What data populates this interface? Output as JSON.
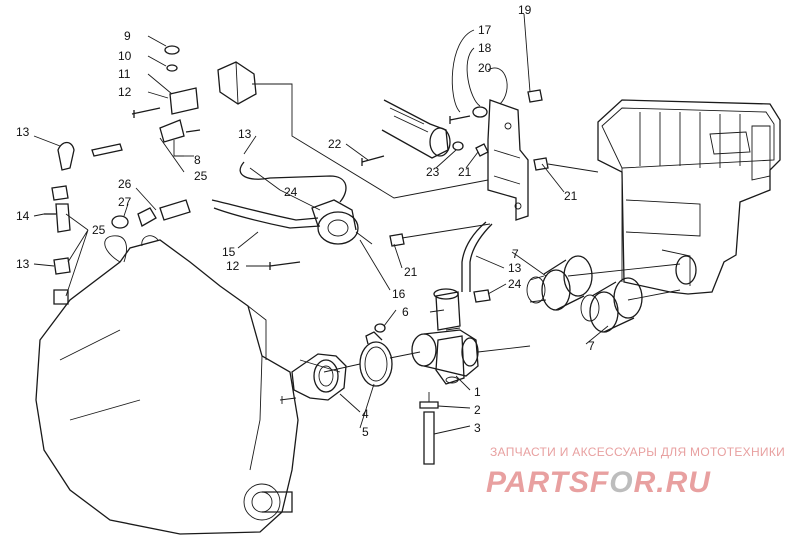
{
  "callouts": [
    {
      "num": "9"
    },
    {
      "num": "10"
    },
    {
      "num": "11"
    },
    {
      "num": "12"
    },
    {
      "num": "13"
    },
    {
      "num": "8"
    },
    {
      "num": "25"
    },
    {
      "num": "13"
    },
    {
      "num": "24"
    },
    {
      "num": "26"
    },
    {
      "num": "27"
    },
    {
      "num": "14"
    },
    {
      "num": "25"
    },
    {
      "num": "15"
    },
    {
      "num": "12"
    },
    {
      "num": "13"
    },
    {
      "num": "22"
    },
    {
      "num": "19"
    },
    {
      "num": "17"
    },
    {
      "num": "18"
    },
    {
      "num": "20"
    },
    {
      "num": "23"
    },
    {
      "num": "21"
    },
    {
      "num": "21"
    },
    {
      "num": "21"
    },
    {
      "num": "16"
    },
    {
      "num": "7"
    },
    {
      "num": "13"
    },
    {
      "num": "24"
    },
    {
      "num": "6"
    },
    {
      "num": "7"
    },
    {
      "num": "1"
    },
    {
      "num": "2"
    },
    {
      "num": "3"
    },
    {
      "num": "4"
    },
    {
      "num": "5"
    }
  ],
  "watermark": {
    "subtitle": "ЗАПЧАСТИ И АКСЕССУАРЫ ДЛЯ МОТОТЕХНИКИ",
    "brand_red": "PARTS",
    "brand_o": "O",
    "brand_rest": "R.RU",
    "brand_prefix_f": "F",
    "color_red": "#e8a0a0",
    "color_grey": "#bdbdbd"
  }
}
